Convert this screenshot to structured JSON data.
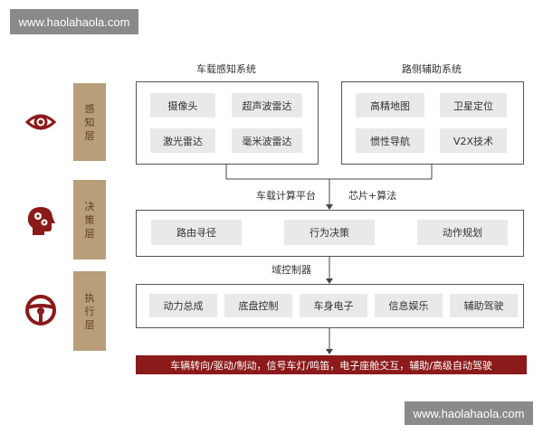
{
  "watermarks": {
    "top": "www.haolahaola.com",
    "bottom": "www.haolahaola.com"
  },
  "layers": {
    "perception": {
      "label": [
        "感",
        "知",
        "层"
      ]
    },
    "decision": {
      "label": [
        "决",
        "策",
        "层"
      ]
    },
    "execution": {
      "label": [
        "执",
        "行",
        "层"
      ]
    }
  },
  "perception": {
    "onboard": {
      "title": "车载感知系统",
      "boxes": [
        "摄像头",
        "超声波雷达",
        "激光雷达",
        "毫米波雷达"
      ]
    },
    "roadside": {
      "title": "路侧辅助系统",
      "boxes": [
        "高精地图",
        "卫星定位",
        "惯性导航",
        "V2X技术"
      ]
    }
  },
  "flow": {
    "compute_platform": "车载计算平台",
    "chip_algorithm": "芯片+算法",
    "domain_controller": "域控制器"
  },
  "decision": {
    "boxes": [
      "路由寻径",
      "行为决策",
      "动作规划"
    ]
  },
  "execution": {
    "boxes": [
      "动力总成",
      "底盘控制",
      "车身电子",
      "信息娱乐",
      "辅助驾驶"
    ]
  },
  "bottom_bar": "车辆转向/驱动/制动，信号车灯/鸣笛，电子座舱交互，辅助/高级自动驾驶",
  "colors": {
    "accent": "#8b1a1a",
    "label_bg": "#b89f7a",
    "box_bg": "#e9e9e9"
  }
}
